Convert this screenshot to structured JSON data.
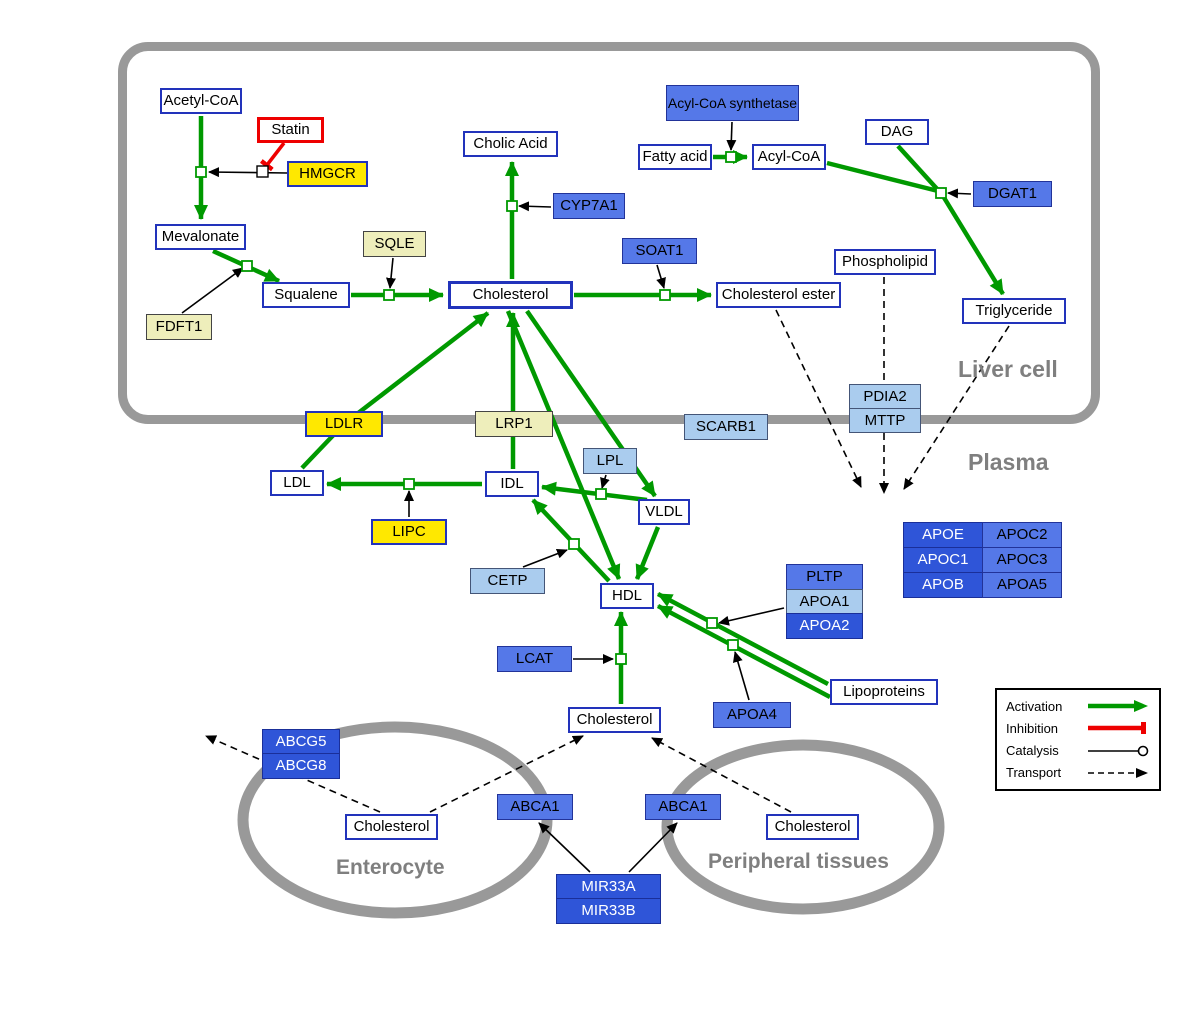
{
  "compartments": {
    "liver_cell": "Liver cell",
    "plasma": "Plasma",
    "enterocyte": "Enterocyte",
    "peripheral_tissues": "Peripheral tissues"
  },
  "nodes": {
    "acetyl_coa": "Acetyl-CoA",
    "statin": "Statin",
    "hmgcr": "HMGCR",
    "mevalonate": "Mevalonate",
    "fdft1": "FDFT1",
    "squalene": "Squalene",
    "sqle": "SQLE",
    "cholesterol_liver": "Cholesterol",
    "cholic_acid": "Cholic Acid",
    "cyp7a1": "CYP7A1",
    "soat1": "SOAT1",
    "cholesterol_ester": "Cholesterol ester",
    "acyl_coa_synthetase": "Acyl-CoA synthetase",
    "fatty_acid": "Fatty acid",
    "acyl_coa": "Acyl-CoA",
    "dag": "DAG",
    "dgat1": "DGAT1",
    "phospholipid": "Phospholipid",
    "triglyceride": "Triglyceride",
    "pdia2": "PDIA2",
    "mttp": "MTTP",
    "ldlr": "LDLR",
    "lrp1": "LRP1",
    "scarb1": "SCARB1",
    "ldl": "LDL",
    "idl": "IDL",
    "lpl": "LPL",
    "vldl": "VLDL",
    "lipc": "LIPC",
    "cetp": "CETP",
    "hdl": "HDL",
    "pltp": "PLTP",
    "apoa1": "APOA1",
    "apoa2": "APOA2",
    "lcat": "LCAT",
    "apoa4": "APOA4",
    "lipoproteins": "Lipoproteins",
    "apoe": "APOE",
    "apoc2": "APOC2",
    "apoc1": "APOC1",
    "apoc3": "APOC3",
    "apob": "APOB",
    "apoa5": "APOA5",
    "cholesterol_plasma": "Cholesterol",
    "abcg5": "ABCG5",
    "abcg8": "ABCG8",
    "cholesterol_enterocyte": "Cholesterol",
    "abca1_enterocyte": "ABCA1",
    "abca1_peripheral": "ABCA1",
    "cholesterol_peripheral": "Cholesterol",
    "mir33a": "MIR33A",
    "mir33b": "MIR33B"
  },
  "legend": {
    "activation": "Activation",
    "inhibition": "Inhibition",
    "catalysis": "Catalysis",
    "transport": "Transport"
  },
  "colors": {
    "activation_green": "#009900",
    "inhibition_red": "#ee0000",
    "transport_black": "#000000",
    "membrane_gray": "#999999",
    "metabolite_border_blue": "#2233bb",
    "gene_yellow": "#ffe800",
    "gene_pale_yellow": "#eeeebb",
    "gene_blue": "#5578e8",
    "gene_dark_blue": "#2f55d8",
    "gene_light_blue": "#aaccee"
  }
}
